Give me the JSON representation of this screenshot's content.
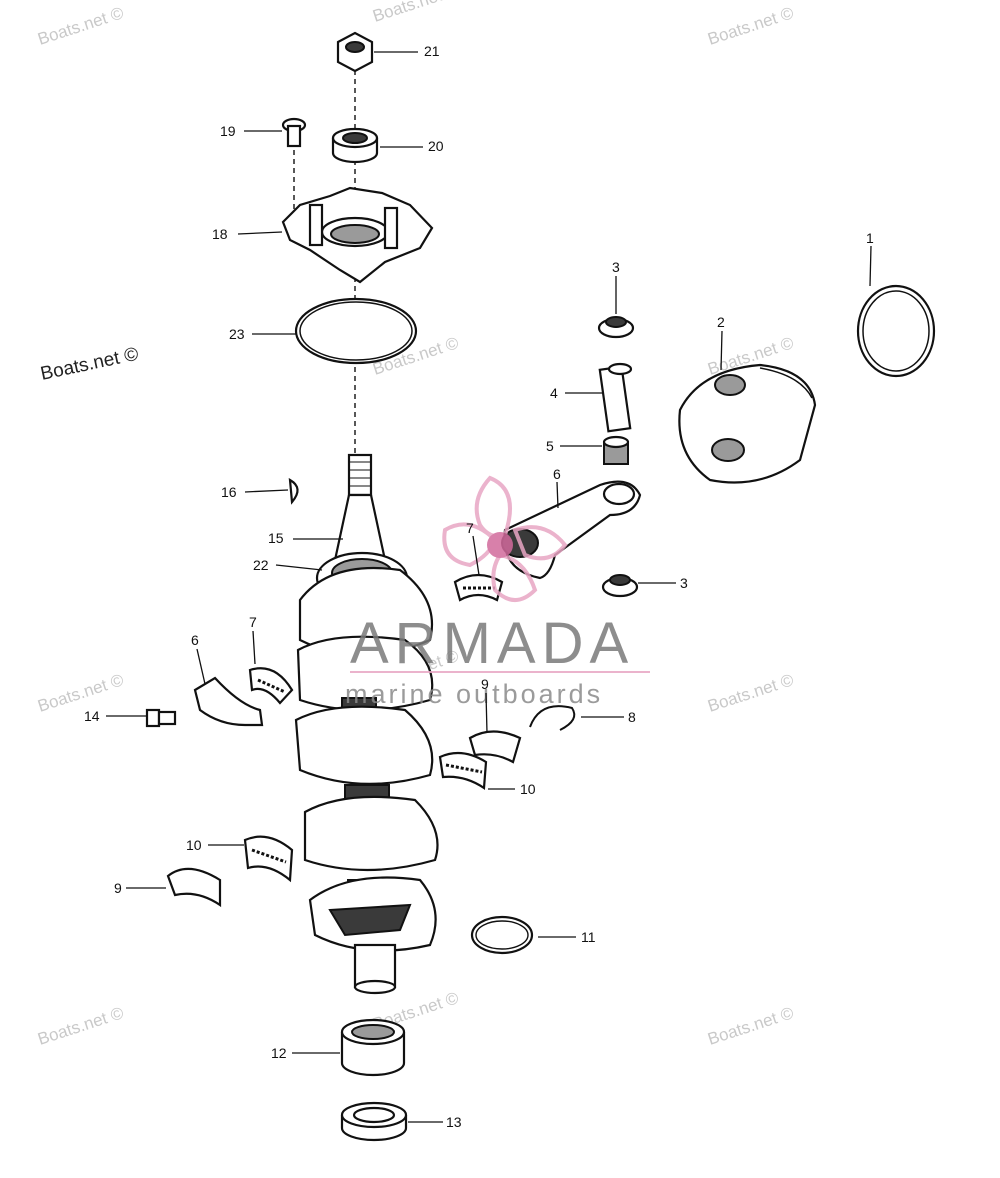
{
  "callouts": [
    {
      "id": "c21",
      "text": "21"
    },
    {
      "id": "c19",
      "text": "19"
    },
    {
      "id": "c20",
      "text": "20"
    },
    {
      "id": "c18",
      "text": "18"
    },
    {
      "id": "c1",
      "text": "1"
    },
    {
      "id": "c3a",
      "text": "3"
    },
    {
      "id": "c2",
      "text": "2"
    },
    {
      "id": "c23",
      "text": "23"
    },
    {
      "id": "c4",
      "text": "4"
    },
    {
      "id": "c5",
      "text": "5"
    },
    {
      "id": "c6a",
      "text": "6"
    },
    {
      "id": "c16",
      "text": "16"
    },
    {
      "id": "c15",
      "text": "15"
    },
    {
      "id": "c7a",
      "text": "7"
    },
    {
      "id": "c22",
      "text": "22"
    },
    {
      "id": "c3b",
      "text": "3"
    },
    {
      "id": "c7b",
      "text": "7"
    },
    {
      "id": "c6b",
      "text": "6"
    },
    {
      "id": "c9a",
      "text": "9"
    },
    {
      "id": "c14",
      "text": "14"
    },
    {
      "id": "c8",
      "text": "8"
    },
    {
      "id": "c10a",
      "text": "10"
    },
    {
      "id": "c10b",
      "text": "10"
    },
    {
      "id": "c9b",
      "text": "9"
    },
    {
      "id": "c11",
      "text": "11"
    },
    {
      "id": "c12",
      "text": "12"
    },
    {
      "id": "c13",
      "text": "13"
    }
  ],
  "watermark": {
    "text": "Boats.net ©",
    "brand_name": "ARMADA",
    "brand_tagline": "marine outboards",
    "brand_color": "#e8a6c4",
    "brand_accent": "#d26a9c"
  }
}
